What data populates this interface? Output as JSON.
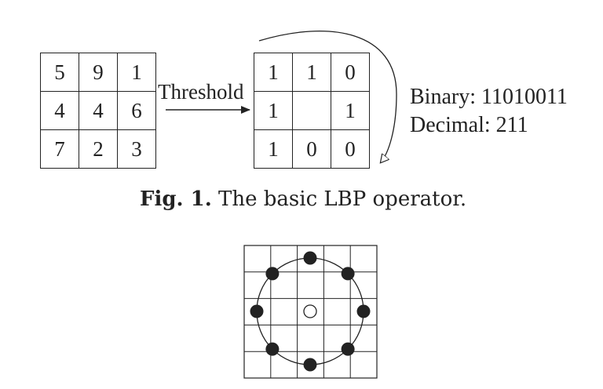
{
  "figure1": {
    "input_grid": [
      [
        "5",
        "9",
        "1"
      ],
      [
        "4",
        "4",
        "6"
      ],
      [
        "7",
        "2",
        "3"
      ]
    ],
    "threshold_label": "Threshold",
    "binary_grid": [
      [
        "1",
        "1",
        "0"
      ],
      [
        "1",
        "",
        "1"
      ],
      [
        "1",
        "0",
        "0"
      ]
    ],
    "binary_text": "Binary: 11010011",
    "decimal_text": "Decimal: 211",
    "caption_prefix": "Fig. 1.",
    "caption_text": "The basic LBP operator."
  },
  "figure2": {
    "neighbor_count": 8,
    "center_marker": "hollow",
    "neighbor_marker": "filled"
  },
  "colors": {
    "ink": "#222222",
    "background": "#ffffff"
  }
}
